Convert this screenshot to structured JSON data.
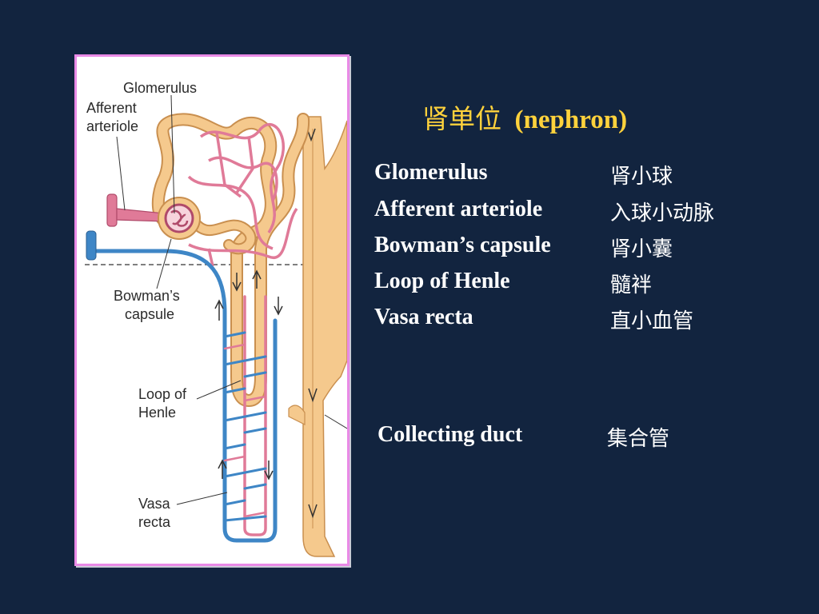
{
  "title": {
    "zh": "肾单位",
    "en": "(nephron)"
  },
  "terms": [
    {
      "en": "Glomerulus",
      "zh": "肾小球"
    },
    {
      "en": "Afferent arteriole",
      "zh": "入球小动脉"
    },
    {
      "en": "Bowman’s capsule",
      "zh": "肾小囊"
    },
    {
      "en": "Loop of Henle",
      "zh": "髓袢"
    },
    {
      "en": "Vasa recta",
      "zh": "直小血管"
    }
  ],
  "collecting": {
    "en": "Collecting duct",
    "zh": "集合管"
  },
  "figure": {
    "labels": {
      "glomerulus": "Glomerulus",
      "afferent_1": "Afferent",
      "afferent_2": "arteriole",
      "bowman_1": "Bowman’s",
      "bowman_2": "capsule",
      "loop_1": "Loop of",
      "loop_2": "Henle",
      "vasa_1": "Vasa",
      "vasa_2": "recta"
    },
    "colors": {
      "tubule": "#f5c98d",
      "tubule_edge": "#c98f4f",
      "artery": "#e07a98",
      "artery_edge": "#b04a6a",
      "vein": "#3e86c6",
      "panel_border": "#e98ae6"
    }
  }
}
